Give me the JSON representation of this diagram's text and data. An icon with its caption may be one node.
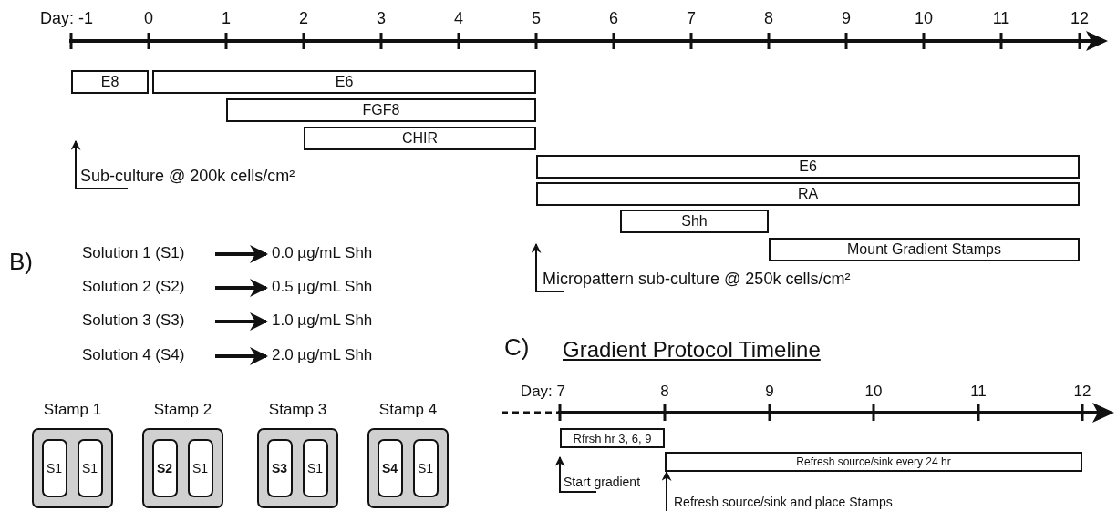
{
  "diagram": {
    "nodes": [
      {
        "text": [
          "E8"
        ]
      },
      {
        "text": [
          "E6"
        ]
      },
      {
        "text": [
          "FGF8"
        ]
      },
      {
        "text": [
          "CHIR"
        ]
      },
      {
        "text": [
          "Sub-culture @ 200k cells/cm²"
        ]
      },
      {
        "text": [
          "E6"
        ]
      },
      {
        "text": [
          "RA"
        ]
      },
      {
        "text": [
          "Shh"
        ]
      },
      {
        "text": [
          "Mount Gradient Stamps"
        ]
      },
      {
        "text": [
          "Micropattern sub-culture @ 250k cells/cm²"
        ]
      },
      {
        "text": [
          "Solution 1 (S1)"
        ]
      },
      {
        "text": [
          "0.0 µg/mL Shh"
        ]
      },
      {
        "text": [
          "Solution 2 (S2)"
        ]
      },
      {
        "text": [
          "0.5 µg/mL Shh"
        ]
      },
      {
        "text": [
          "Solution 3 (S3)"
        ]
      },
      {
        "text": [
          "1.0 µg/mL Shh"
        ]
      },
      {
        "text": [
          "Solution 4 (S4)"
        ]
      },
      {
        "text": [
          "2.0 µg/mL Shh"
        ]
      },
      {
        "text": [
          "Stamp 1"
        ]
      },
      {
        "text": [
          "S1"
        ],
        "in": 18
      },
      {
        "text": [
          "S1"
        ],
        "in": 18
      },
      {
        "text": [
          "Stamp 2"
        ]
      },
      {
        "text": [
          "S2"
        ],
        "in": 21
      },
      {
        "text": [
          "S1"
        ],
        "in": 21
      },
      {
        "text": [
          "Stamp 3"
        ]
      },
      {
        "text": [
          "S3"
        ],
        "in": 24
      },
      {
        "text": [
          "S1"
        ],
        "in": 24
      },
      {
        "text": [
          "Stamp 4"
        ]
      },
      {
        "text": [
          "S4"
        ],
        "in": 27
      },
      {
        "text": [
          "S1"
        ],
        "in": 27
      },
      {
        "text": [
          "Rfrsh hr 3, 6, 9"
        ]
      },
      {
        "text": [
          "Refresh source/sink every 24 hr"
        ]
      },
      {
        "text": [
          "Start gradient"
        ]
      },
      {
        "text": [
          "Refresh source/sink and place Stamps"
        ]
      }
    ],
    "edges": [
      {
        "from": 4,
        "to": null,
        "arrow": "to"
      },
      {
        "from": 9,
        "to": null,
        "arrow": "to"
      },
      {
        "from": 10,
        "to": 11,
        "arrow": "to",
        "style": "thick"
      },
      {
        "from": 12,
        "to": 13,
        "arrow": "to",
        "style": "thick"
      },
      {
        "from": 14,
        "to": 15,
        "arrow": "to",
        "style": "thick"
      },
      {
        "from": 16,
        "to": 17,
        "arrow": "to",
        "style": "thick"
      },
      {
        "from": 32,
        "to": null,
        "arrow": "to"
      },
      {
        "from": 33,
        "to": 31,
        "arrow": "to"
      }
    ],
    "labels": [
      "Day: -1",
      "0",
      "1",
      "2",
      "3",
      "4",
      "5",
      "6",
      "7",
      "8",
      "9",
      "10",
      "11",
      "12",
      "B)",
      "C)",
      "Gradient Protocol Timeline",
      "Day: 7",
      "8",
      "9",
      "10",
      "11",
      "12"
    ]
  }
}
